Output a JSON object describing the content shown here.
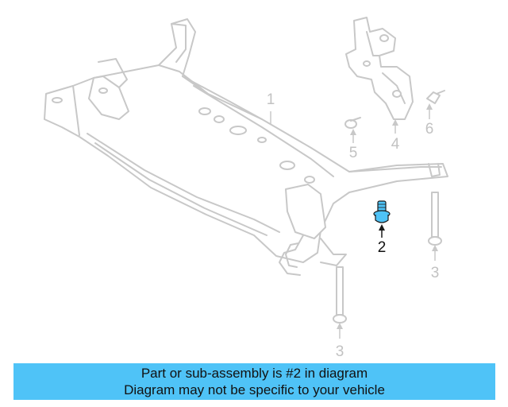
{
  "diagram": {
    "highlight_color": "#4fc3f7",
    "line_color": "#c8c8c8",
    "callouts": {
      "c1": "1",
      "c2": "2",
      "c3a": "3",
      "c3b": "3",
      "c4": "4",
      "c5": "5",
      "c6": "6"
    }
  },
  "banner": {
    "background": "#4fc3f7",
    "line1": "Part or sub-assembly is #2 in diagram",
    "line2": "Diagram may not be specific to your vehicle"
  }
}
